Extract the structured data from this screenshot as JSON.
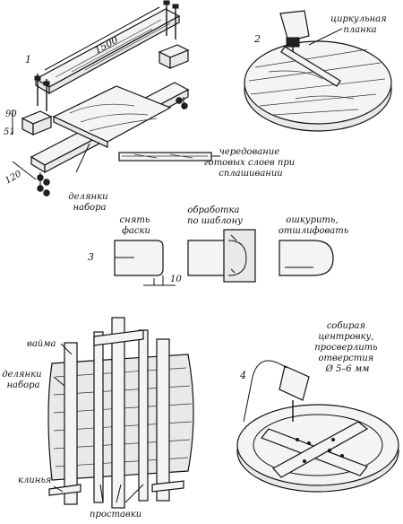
{
  "panel_numbers": {
    "p1": "1",
    "p2": "2",
    "p3": "3",
    "p4": "4"
  },
  "dimensions": {
    "length": "1500",
    "width": "90",
    "thickness": "51",
    "gap": "120",
    "chamfer": "10"
  },
  "labels": {
    "compass_bar": "циркульная планка",
    "alternation": "чередование готовых слоев при сплашивании",
    "sections_a": "делянки набора",
    "chamfer": "снять фаски",
    "template": "обработка по шаблону",
    "sand": "ошкурить, отшлифовать",
    "clamp": "вайма",
    "sections_b": "делянки набора",
    "wedges": "клинья",
    "spacers": "проставки",
    "drill": "собирая центровку, просверлить отверстия Ø 5–6 мм"
  }
}
